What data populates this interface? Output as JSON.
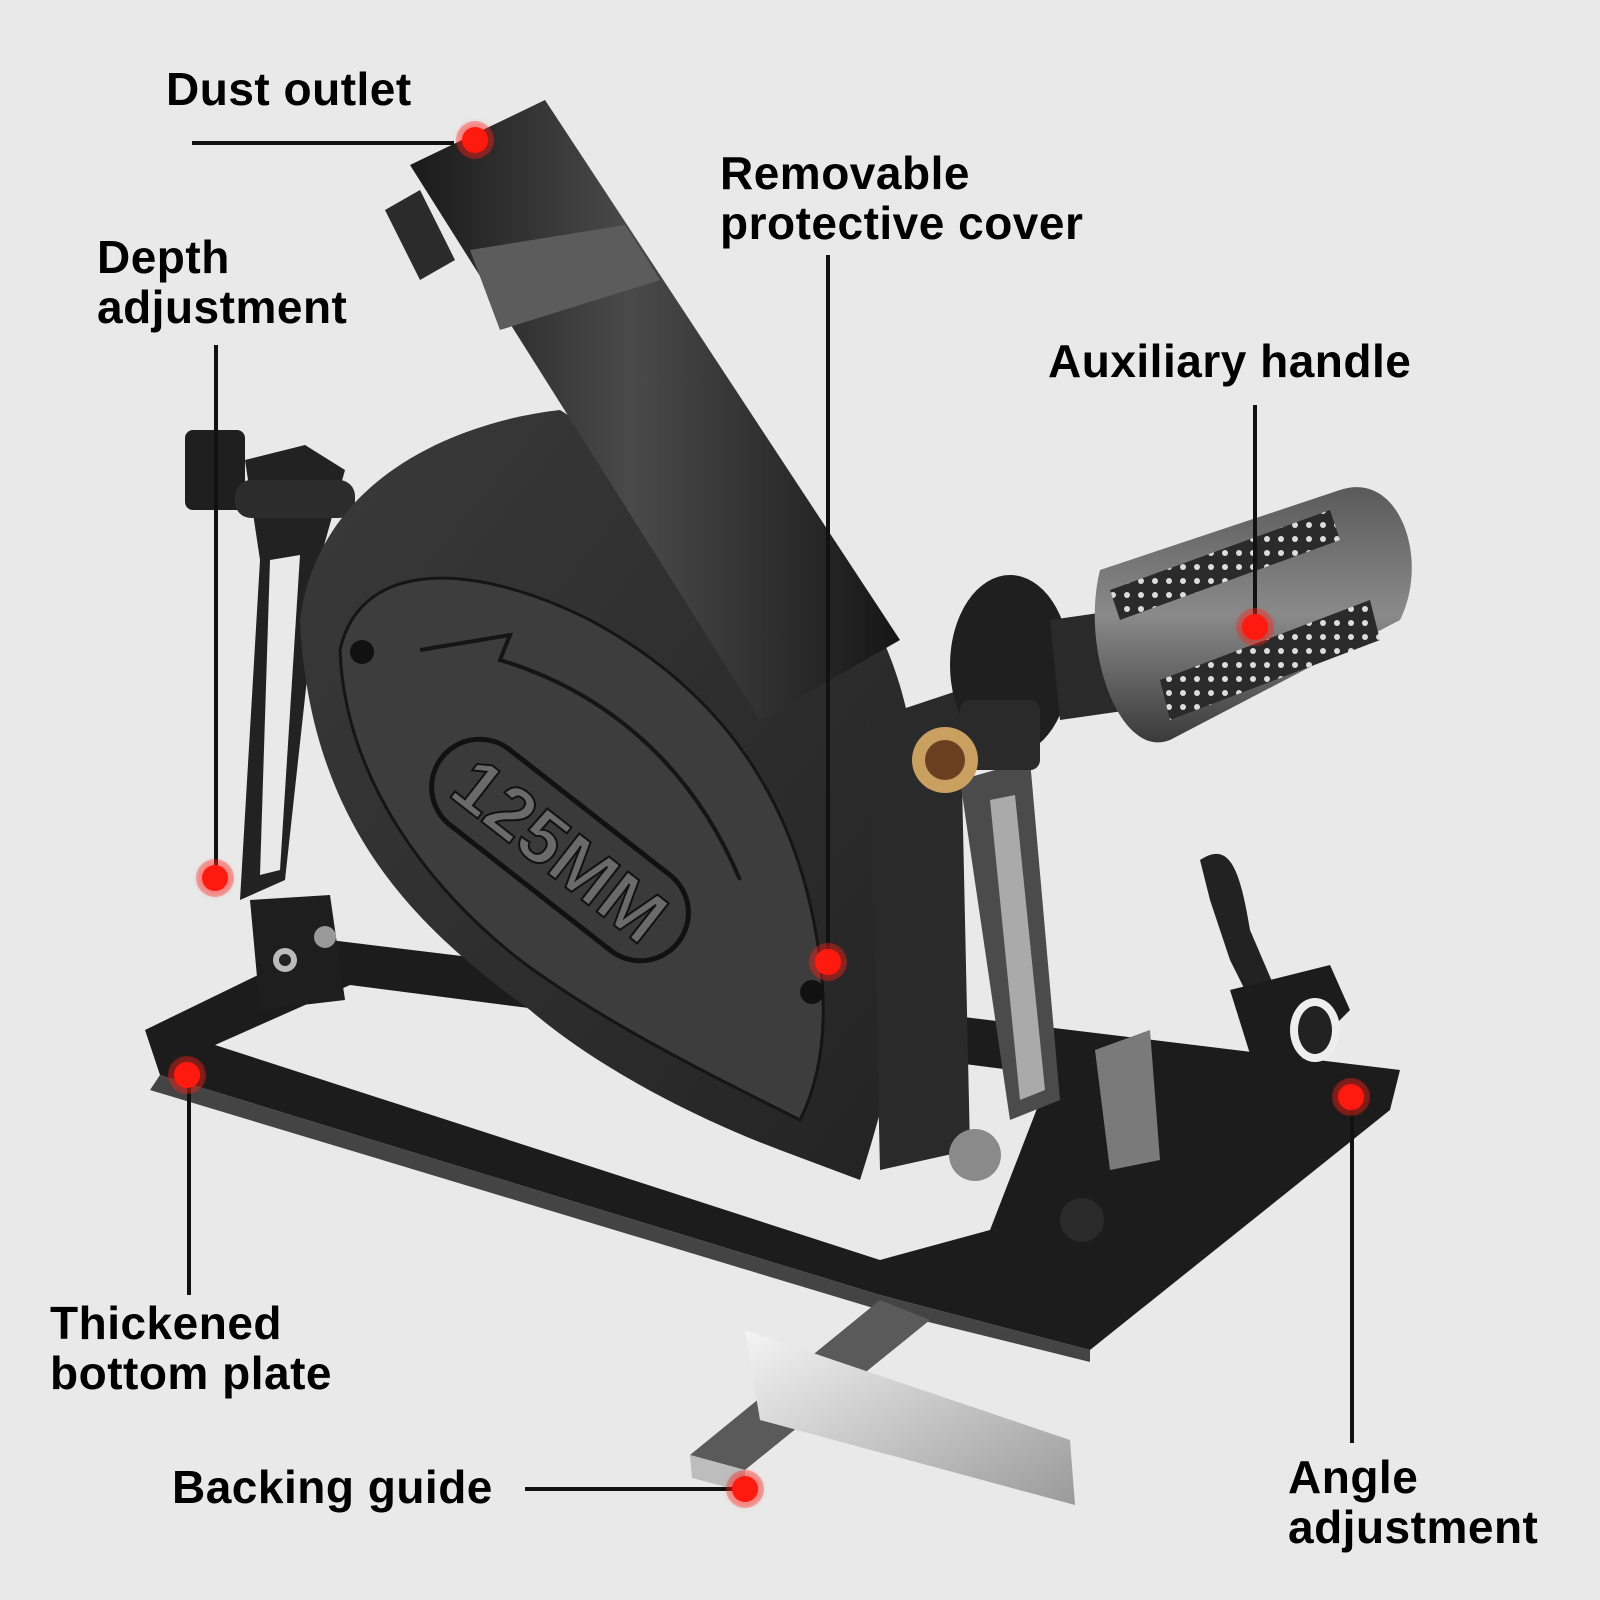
{
  "diagram": {
    "subject": "Angle grinder cutting stand / circular saw conversion bracket",
    "background_color": "#e9e9e9",
    "marker_color": "#ff1a10",
    "product_marking": "125MM",
    "callouts": [
      {
        "id": "dust_outlet",
        "text": "Dust outlet",
        "dot": [
          466,
          137
        ]
      },
      {
        "id": "depth_adjustment",
        "text": "Depth\nadjustment",
        "dot": [
          215,
          878
        ]
      },
      {
        "id": "removable_protective_cover",
        "text": "Removable\nprotective cover",
        "dot": [
          827,
          961
        ]
      },
      {
        "id": "auxiliary_handle",
        "text": "Auxiliary handle",
        "dot": [
          1255,
          627
        ]
      },
      {
        "id": "thickened_bottom_plate",
        "text": "Thickened\nbottom plate",
        "dot": [
          187,
          1075
        ]
      },
      {
        "id": "backing_guide",
        "text": "Backing guide",
        "dot": [
          745,
          1487
        ]
      },
      {
        "id": "angle_adjustment",
        "text": "Angle\nadjustment",
        "dot": [
          1350,
          1098
        ]
      }
    ]
  }
}
